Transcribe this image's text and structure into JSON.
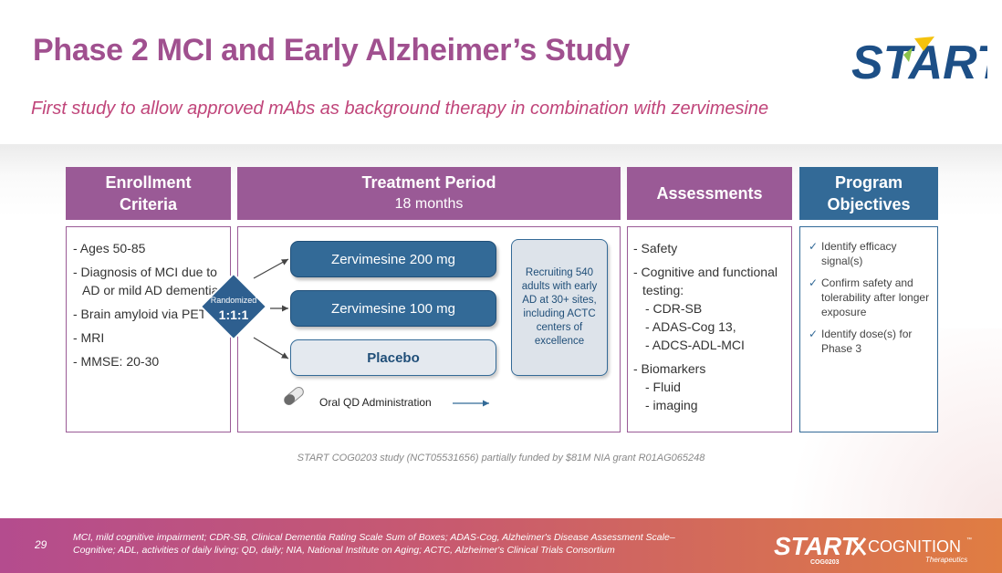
{
  "slide": {
    "title": "Phase 2 MCI and Early Alzheimer’s Study",
    "subtitle": "First study to allow approved mAbs as background therapy in combination with zervimesine",
    "page_number": "29",
    "study_note": "START COG0203 study (NCT05531656) partially funded by $81M NIA grant R01AG065248",
    "abbreviations_line1": "MCI, mild cognitive impairment; CDR-SB, Clinical Dementia Rating Scale Sum of Boxes; ADAS-Cog, Alzheimer's Disease Assessment Scale–",
    "abbreviations_line2": "Cognitive; ADL, activities of daily living; QD, daily; NIA, National Institute on Aging; ACTC, Alzheimer's Clinical Trials Consortium"
  },
  "logos": {
    "start": "START",
    "start_sub": "COG0203",
    "cognition": "COGNITION",
    "cognition_tm": "™",
    "cognition_sub": "Therapeutics"
  },
  "enrollment": {
    "header_line1": "Enrollment",
    "header_line2": "Criteria",
    "items": [
      "- Ages 50-85",
      "- Diagnosis of MCI due to AD or mild AD dementia",
      "- Brain amyloid via PET",
      "- MRI",
      "- MMSE: 20-30"
    ]
  },
  "treatment": {
    "header": "Treatment Period",
    "duration": "18 months",
    "randomized_label": "Randomized",
    "ratio": "1:1:1",
    "arms": [
      "Zervimesine 200 mg",
      "Zervimesine 100 mg",
      "Placebo"
    ],
    "recruiting": "Recruiting 540 adults with early AD at 30+ sites, including ACTC centers of excellence",
    "administration": "Oral QD Administration"
  },
  "assessments": {
    "header": "Assessments",
    "items": [
      "- Safety",
      "- Cognitive and functional testing:"
    ],
    "cognitive_sub": [
      "- CDR-SB",
      "- ADAS-Cog 13,",
      "- ADCS-ADL-MCI"
    ],
    "biomarkers": "- Biomarkers",
    "biomarker_sub": [
      "- Fluid",
      "- imaging"
    ]
  },
  "objectives": {
    "header_line1": "Program",
    "header_line2": "Objectives",
    "check_glyph": "✓",
    "items": [
      "Identify efficacy signal(s)",
      "Confirm safety and tolerability after longer exposure",
      "Identify dose(s) for Phase 3"
    ]
  },
  "colors": {
    "title": "#a0508f",
    "subtitle": "#c0457a",
    "purple": "#9a5a96",
    "blue": "#336a97"
  }
}
